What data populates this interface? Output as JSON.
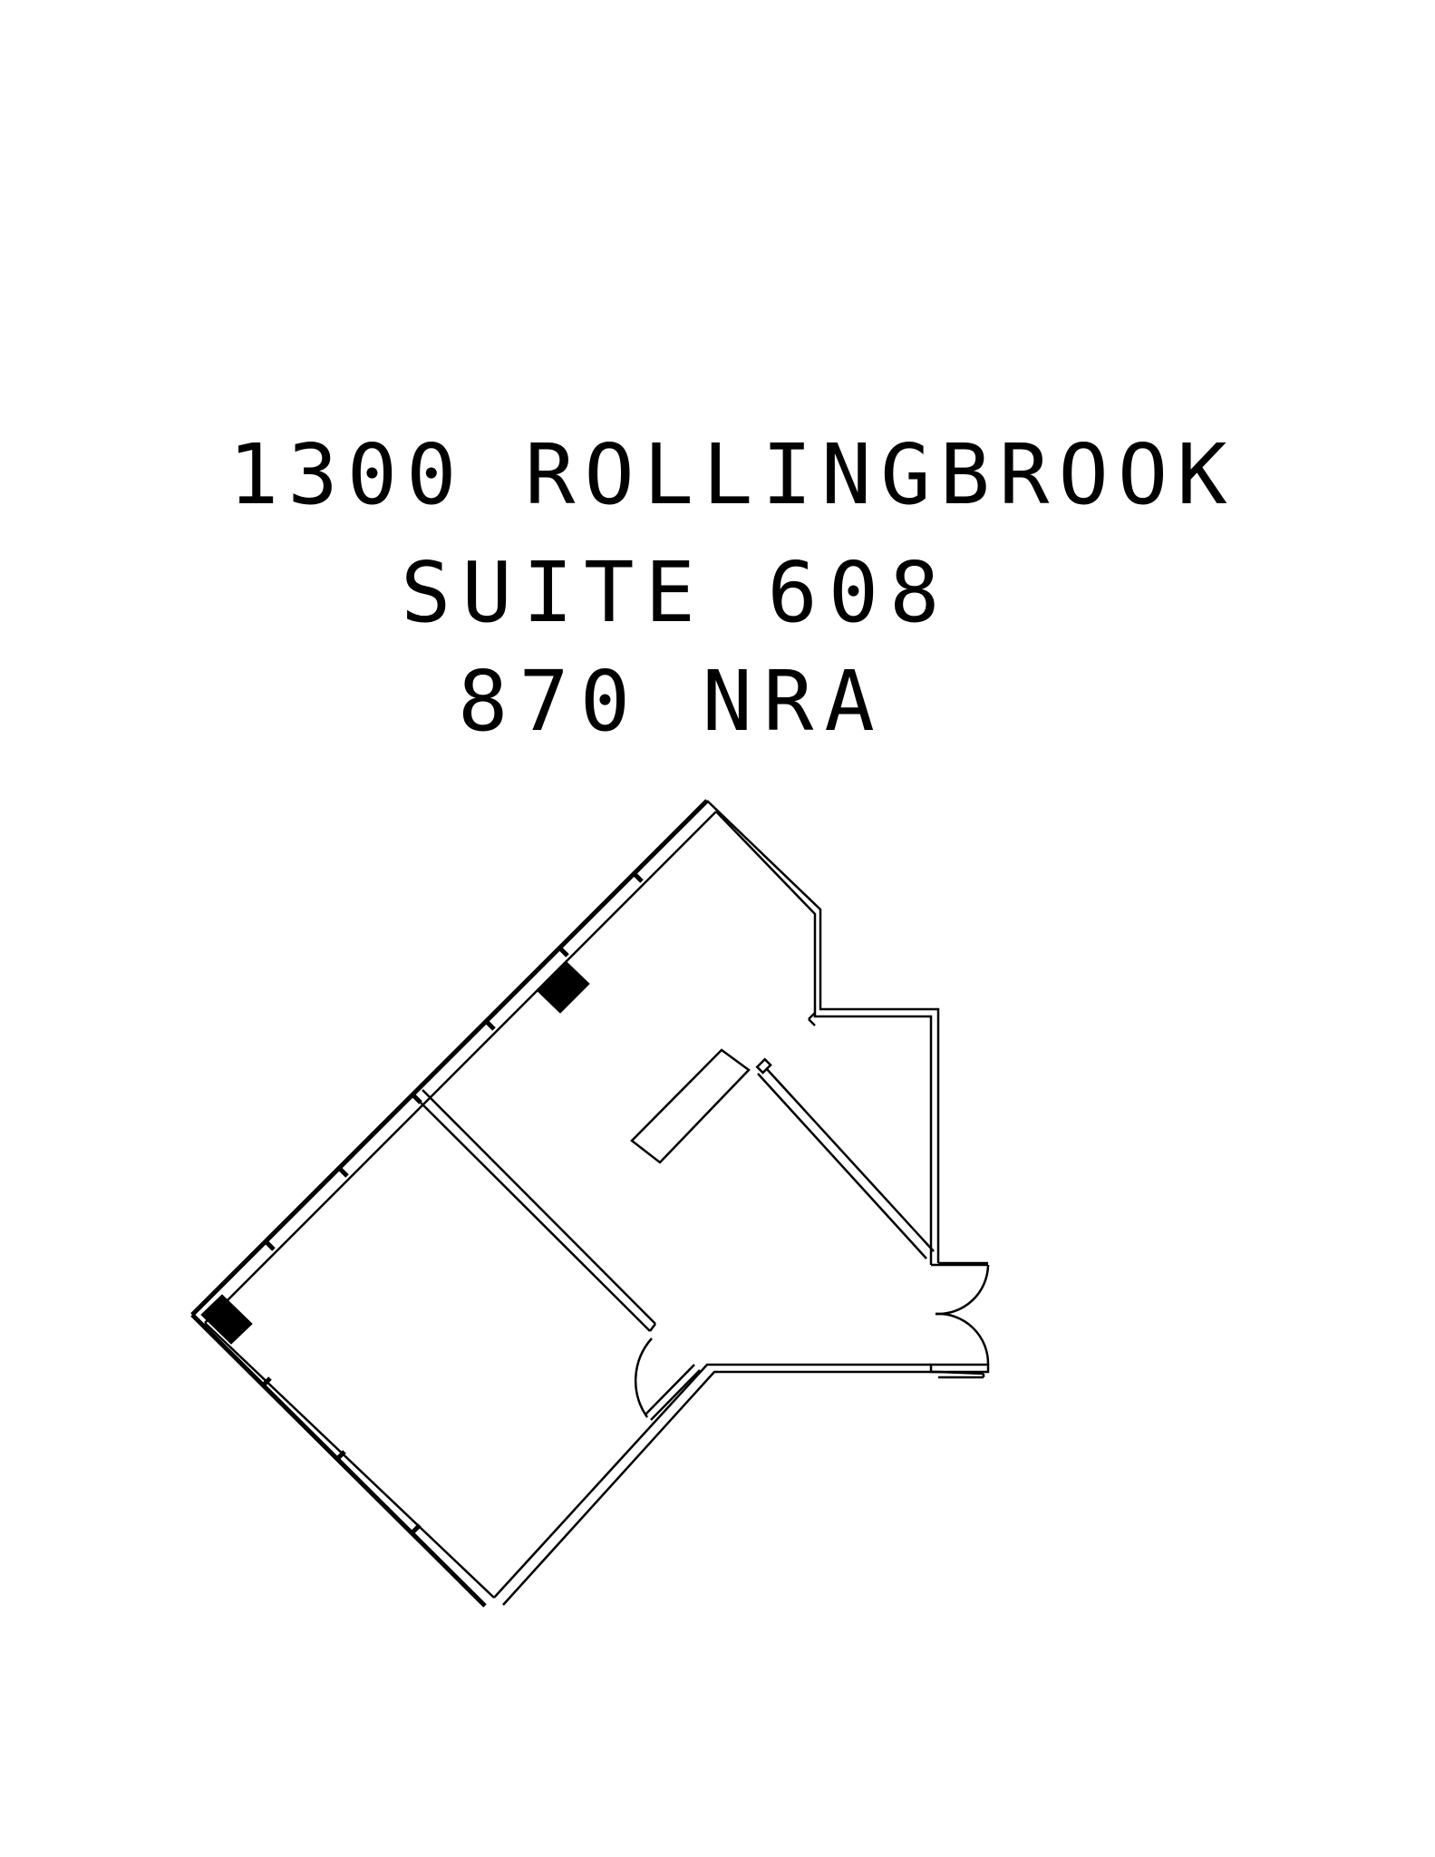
{
  "header": {
    "address": "1300 ROLLINGBROOK",
    "suite": "SUITE 608",
    "area": "870 NRA"
  },
  "plan": {
    "stroke_color": "#000000",
    "background": "#ffffff"
  }
}
